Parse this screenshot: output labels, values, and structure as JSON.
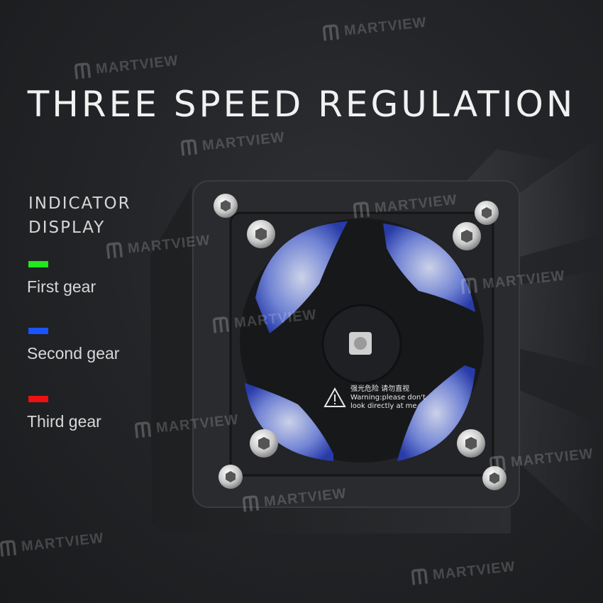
{
  "headline": "THREE SPEED REGULATION",
  "indicator": {
    "title_line1": "INDICATOR",
    "title_line2": "DISPLAY"
  },
  "gears": [
    {
      "label": "First gear",
      "color": "#22e61e"
    },
    {
      "label": "Second gear",
      "color": "#1a53ff"
    },
    {
      "label": "Third gear",
      "color": "#ee1111"
    }
  ],
  "watermark": "MARTVIEW",
  "device_warning": {
    "line1": "强光危险 请勿直视",
    "line2": "Warning:please don't",
    "line3": "look directly at me"
  }
}
